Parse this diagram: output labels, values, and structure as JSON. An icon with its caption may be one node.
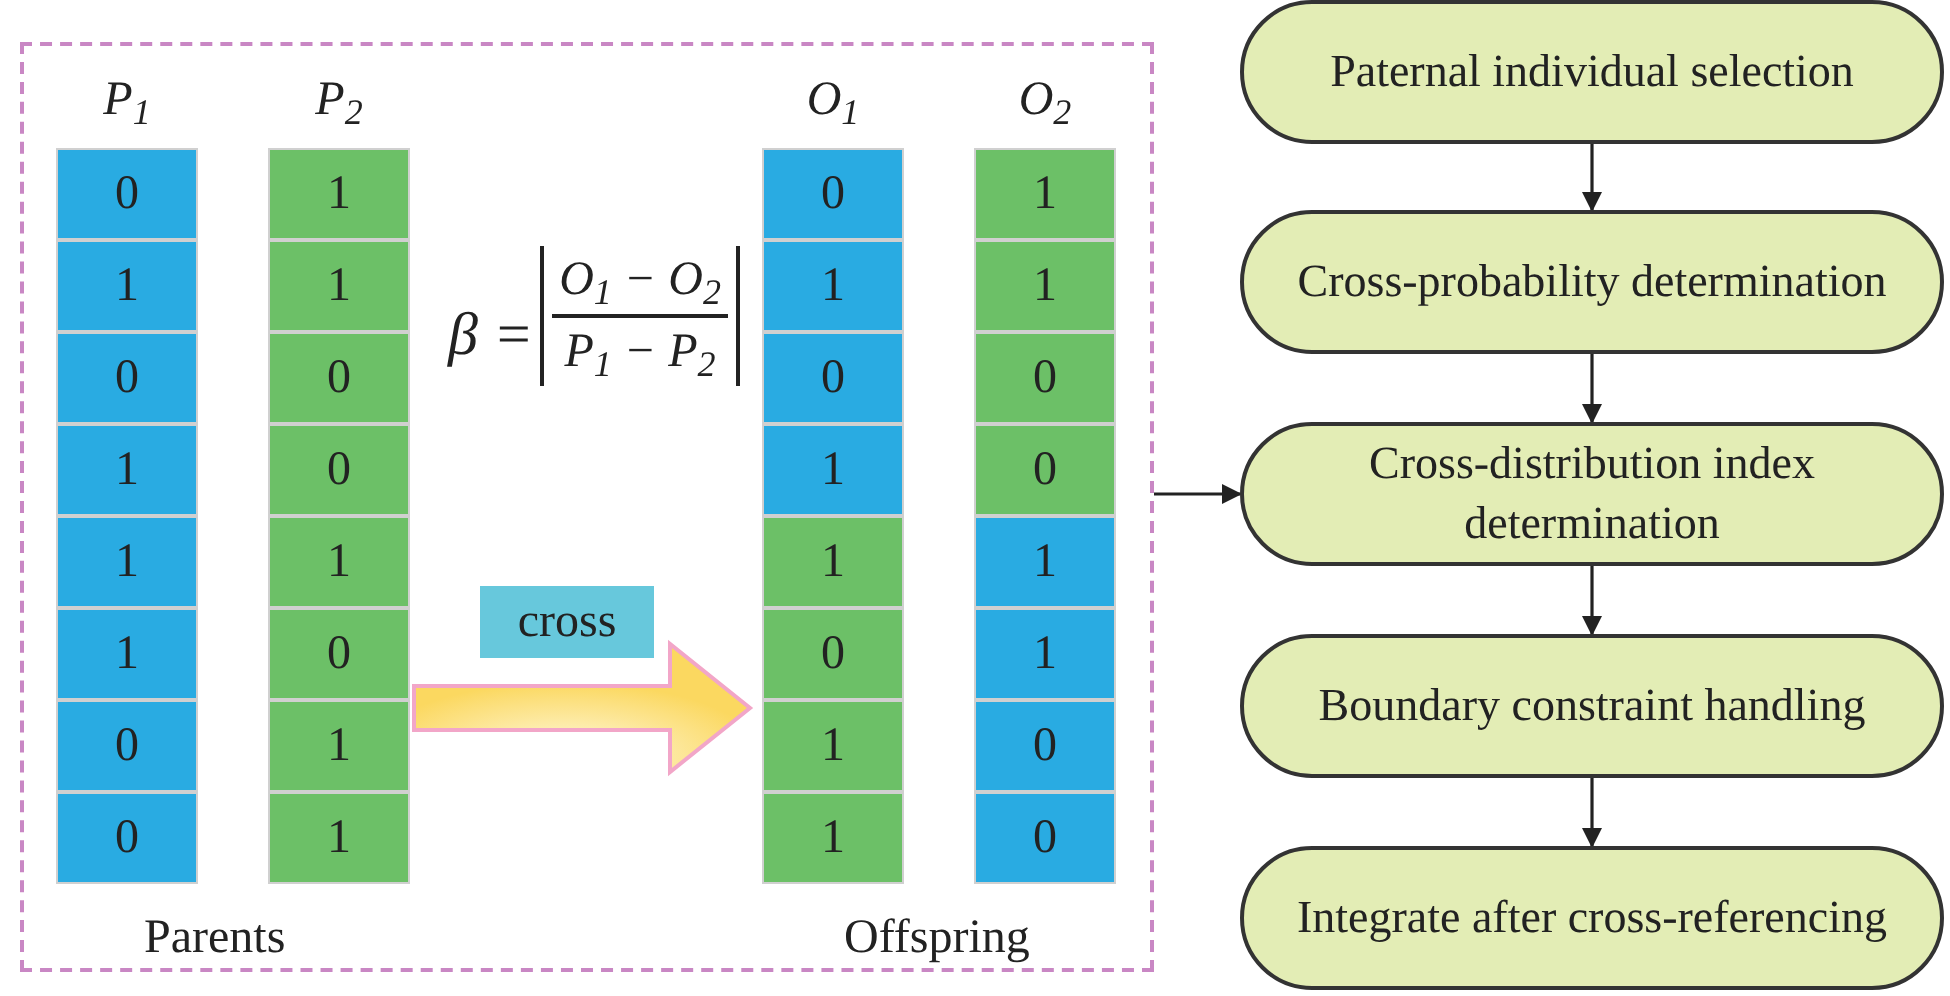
{
  "diagram": {
    "nodes": [
      {
        "text": [],
        "shape": "box"
      },
      {
        "text": [
          "P$_{1}$"
        ],
        "in": 0
      },
      {
        "text": [
          "0"
        ],
        "in": 1
      },
      {
        "text": [
          "1"
        ],
        "in": 1
      },
      {
        "text": [
          "0"
        ],
        "in": 1
      },
      {
        "text": [
          "1"
        ],
        "in": 1
      },
      {
        "text": [
          "1"
        ],
        "in": 1
      },
      {
        "text": [
          "1"
        ],
        "in": 1
      },
      {
        "text": [
          "0"
        ],
        "in": 1
      },
      {
        "text": [
          "0"
        ],
        "in": 1
      },
      {
        "text": [
          "P$_{2}$"
        ],
        "in": 0
      },
      {
        "text": [
          "1"
        ],
        "in": 10
      },
      {
        "text": [
          "1"
        ],
        "in": 10
      },
      {
        "text": [
          "0"
        ],
        "in": 10
      },
      {
        "text": [
          "0"
        ],
        "in": 10
      },
      {
        "text": [
          "1"
        ],
        "in": 10
      },
      {
        "text": [
          "0"
        ],
        "in": 10
      },
      {
        "text": [
          "1"
        ],
        "in": 10
      },
      {
        "text": [
          "1"
        ],
        "in": 10
      },
      {
        "text": [
          "O$_{1}$"
        ],
        "in": 0
      },
      {
        "text": [
          "0"
        ],
        "in": 19
      },
      {
        "text": [
          "1"
        ],
        "in": 19
      },
      {
        "text": [
          "0"
        ],
        "in": 19
      },
      {
        "text": [
          "1"
        ],
        "in": 19
      },
      {
        "text": [
          "1"
        ],
        "in": 19
      },
      {
        "text": [
          "0"
        ],
        "in": 19
      },
      {
        "text": [
          "1"
        ],
        "in": 19
      },
      {
        "text": [
          "1"
        ],
        "in": 19
      },
      {
        "text": [
          "O$_{2}$"
        ],
        "in": 0
      },
      {
        "text": [
          "1"
        ],
        "in": 28
      },
      {
        "text": [
          "1"
        ],
        "in": 28
      },
      {
        "text": [
          "0"
        ],
        "in": 28
      },
      {
        "text": [
          "0"
        ],
        "in": 28
      },
      {
        "text": [
          "1"
        ],
        "in": 28
      },
      {
        "text": [
          "1"
        ],
        "in": 28
      },
      {
        "text": [
          "0"
        ],
        "in": 28
      },
      {
        "text": [
          "0"
        ],
        "in": 28
      },
      {
        "text": [
          "cross"
        ],
        "in": 0
      },
      {
        "text": [
          "Paternal individual selection"
        ]
      },
      {
        "text": [
          "Cross-probability determination"
        ]
      },
      {
        "text": [
          "Cross-distribution index determination"
        ]
      },
      {
        "text": [
          "Boundary constraint handling"
        ]
      },
      {
        "text": [
          "Integrate after cross-referencing"
        ]
      }
    ],
    "edges": [
      {
        "from": 10,
        "to": 19,
        "arrow": "to",
        "style": "thick"
      },
      {
        "from": 0,
        "to": 40,
        "arrow": "to"
      },
      {
        "from": 38,
        "to": 39,
        "arrow": "to"
      },
      {
        "from": 39,
        "to": 40,
        "arrow": "to"
      },
      {
        "from": 40,
        "to": 41,
        "arrow": "to"
      },
      {
        "from": 41,
        "to": 42,
        "arrow": "to"
      }
    ],
    "labels": [
      "β =",
      "O$_{1}$ − O$_{2}$",
      "P$_{1}$ − P$_{2}$",
      "Parents",
      "Offspring"
    ]
  }
}
